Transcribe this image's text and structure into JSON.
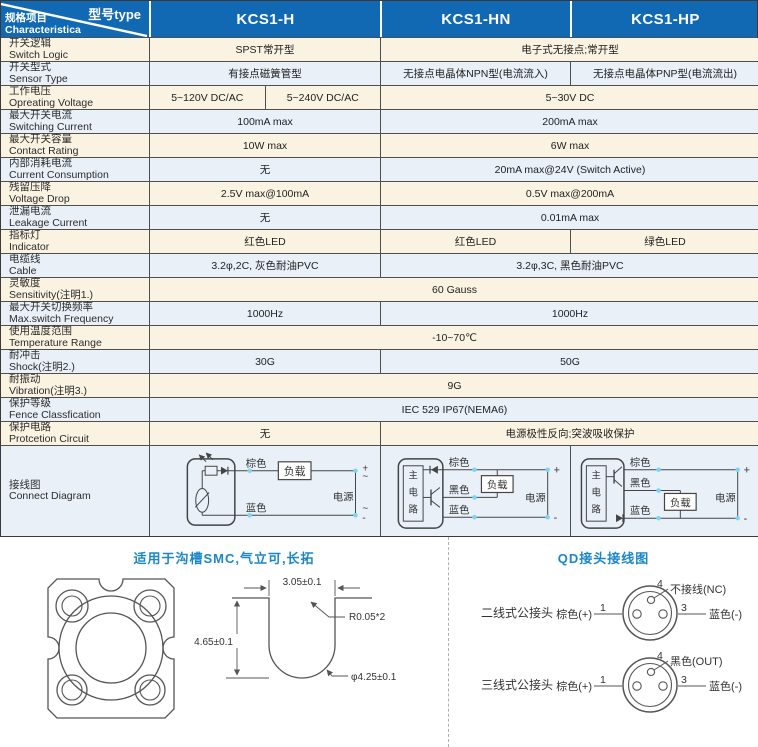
{
  "palette": {
    "header_blue": "#1168b3",
    "row_cream": "#faf3e1",
    "row_blue": "#e9f0f8",
    "title_blue": "#1b87c9",
    "wire_dot_cyan": "#7fd6ec"
  },
  "header": {
    "corner_top": "型号type",
    "corner_bottom_zh": "规格项目",
    "corner_bottom_en": "Characteristica",
    "models": [
      "KCS1-H",
      "KCS1-HN",
      "KCS1-HP"
    ]
  },
  "rows": [
    {
      "zh": "开关逻辑",
      "en": "Switch Logic",
      "values": [
        "SPST常开型",
        "电子式无接点;常开型"
      ]
    },
    {
      "zh": "开关型式",
      "en": "Sensor Type",
      "values": [
        "有接点磁簧管型",
        "无接点电晶体NPN型(电流流入)",
        "无接点电晶体PNP型(电流流出)"
      ]
    },
    {
      "zh": "工作电压",
      "en": "Opreating Voltage",
      "values": [
        "5~120V DC/AC",
        "5~240V DC/AC",
        "5~30V DC"
      ]
    },
    {
      "zh": "最大开关电流",
      "en": "Switching Current",
      "values": [
        "100mA max",
        "200mA max"
      ]
    },
    {
      "zh": "最大开关容量",
      "en": "Contact Rating",
      "values": [
        "10W max",
        "6W max"
      ]
    },
    {
      "zh": "内部消耗电流",
      "en": "Current Consumption",
      "values": [
        "无",
        "20mA max@24V (Switch Active)"
      ]
    },
    {
      "zh": "残留压降",
      "en": "Voltage Drop",
      "values": [
        "2.5V max@100mA",
        "0.5V max@200mA"
      ]
    },
    {
      "zh": "泄漏电流",
      "en": "Leakage Current",
      "values": [
        "无",
        "0.01mA max"
      ]
    },
    {
      "zh": "指标灯",
      "en": "Indicator",
      "values": [
        "红色LED",
        "红色LED",
        "绿色LED"
      ]
    },
    {
      "zh": "电缆线",
      "en": "Cable",
      "values": [
        "3.2φ,2C, 灰色耐油PVC",
        "3.2φ,3C, 黑色耐油PVC"
      ]
    },
    {
      "zh": "灵敏度",
      "en": "Sensitivity(注明1.)",
      "values": [
        "60 Gauss"
      ]
    },
    {
      "zh": "最大开关切换频率",
      "en": "Max.switch Frequency",
      "values": [
        "1000Hz",
        "1000Hz"
      ]
    },
    {
      "zh": "使用温度范围",
      "en": "Temperature Range",
      "values": [
        "-10~70℃"
      ]
    },
    {
      "zh": "耐冲击",
      "en": "Shock(注明2.)",
      "values": [
        "30G",
        "50G"
      ]
    },
    {
      "zh": "耐振动",
      "en": "Vibration(注明3.)",
      "values": [
        "9G"
      ]
    },
    {
      "zh": "保护等级",
      "en": "Fence Classfication",
      "values": [
        "IEC 529 IP67(NEMA6)"
      ]
    },
    {
      "zh": "保护电路",
      "en": "Protcetion Circuit",
      "values": [
        "无",
        "电源极性反向;突波吸收保护"
      ]
    }
  ],
  "diagram_row": {
    "zh": "接线图",
    "en": "Connect Diagram"
  },
  "wiring": {
    "brown": "棕色",
    "black": "黑色",
    "blue": "蓝色",
    "load": "负载",
    "power": "电源",
    "main_1": "主",
    "main_2": "电",
    "main_3": "路",
    "plus": "+",
    "minus": "-",
    "ac": "~"
  },
  "bottom": {
    "left_title": "适用于沟槽SMC,气立可,长拓",
    "right_title": "QD接头接线图",
    "connector_two": "二线式公接头",
    "connector_three": "三线式公接头",
    "pin1": "1",
    "pin3": "3",
    "pin4": "4",
    "pin4_nc": "不接线(NC)",
    "pin4_out": "黑色(OUT)",
    "pin1_label": "棕色(+)",
    "pin3_label": "蓝色(-)",
    "dim_width": "3.05±0.1",
    "dim_radius": "R0.05*2",
    "dim_depth": "4.65±0.1",
    "dim_dia": "φ4.25±0.1"
  }
}
